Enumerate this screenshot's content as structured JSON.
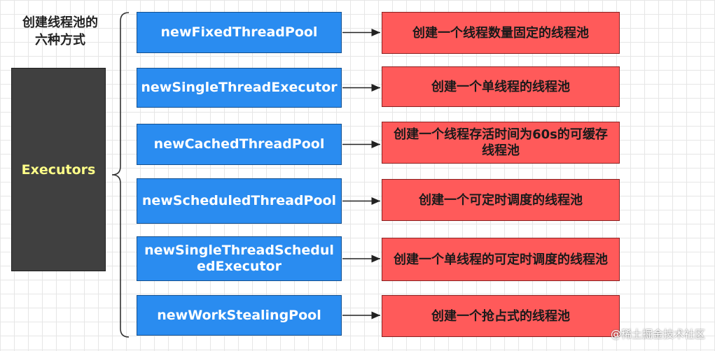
{
  "title_label": "创建线程池的\n六种方式",
  "root_label": "Executors",
  "rows": [
    {
      "method": "newFixedThreadPool",
      "description": "创建一个线程数量固定的线程池"
    },
    {
      "method": "newSingleThreadExecutor",
      "description": "创建一个单线程的线程池"
    },
    {
      "method": "newCachedThreadPool",
      "description": "创建一个线程存活时间为60s的可缓存线程池"
    },
    {
      "method": "newScheduledThreadPool",
      "description": "创建一个可定时调度的线程池"
    },
    {
      "method": "newSingleThreadScheduledExecutor",
      "description": "创建一个单线程的可定时调度的线程池"
    },
    {
      "method": "newWorkStealingPool",
      "description": "创建一个抢占式的线程池"
    }
  ],
  "watermark": "@稀土掘金技术社区",
  "colors": {
    "root_fill": "#404040",
    "root_text": "#ffff88",
    "method_fill": "#2a8cf0",
    "desc_fill": "#ff5a5a"
  }
}
